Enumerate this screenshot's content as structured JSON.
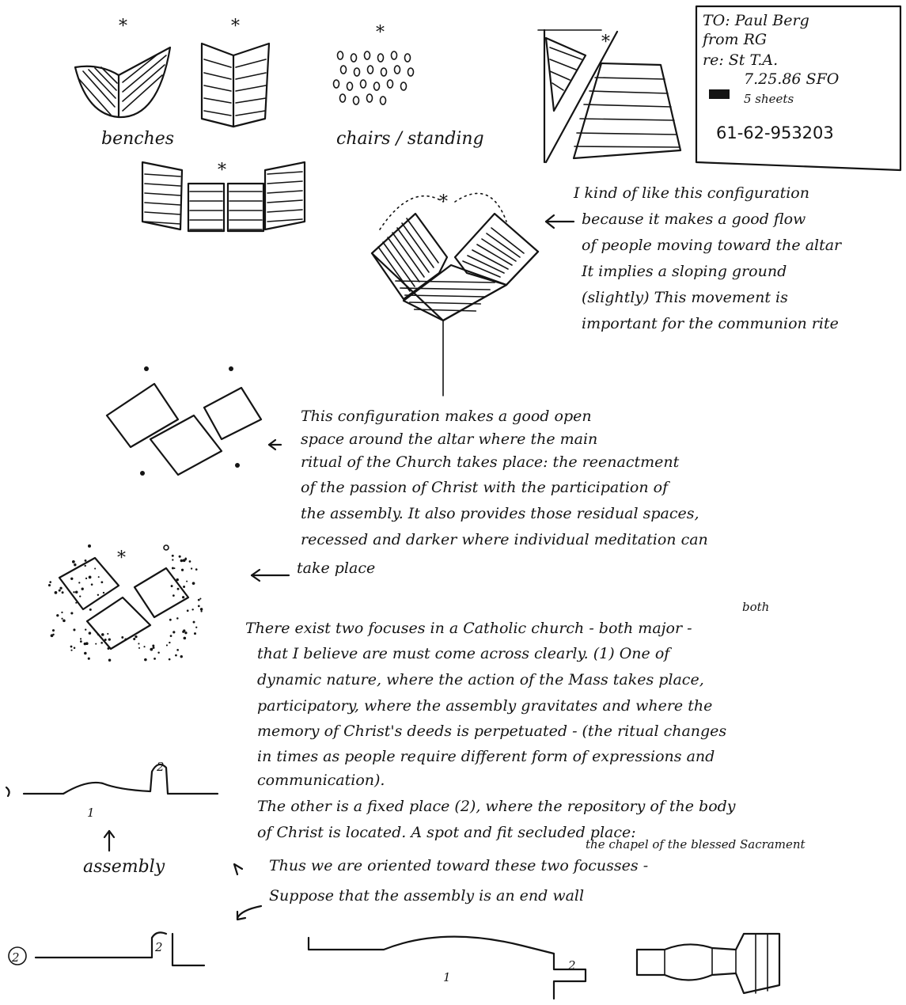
{
  "memo": {
    "to": "TO: Paul Berg",
    "from": "from RG",
    "re": "re: St T.A.",
    "date": "7.25.86 SFO",
    "sheets": "5 sheets",
    "number": "61-62-953203"
  },
  "labels": {
    "benches": "benches",
    "chairs": "chairs / standing",
    "assembly": "assembly",
    "one": "1",
    "two": "2",
    "two_circled": "(2)"
  },
  "note1": [
    "I kind of like this configuration",
    "because it makes a good flow",
    "of people moving toward the altar",
    "It implies a sloping ground",
    "(slightly) This movement is",
    "important for the communion rite"
  ],
  "note2": [
    "This configuration makes a good open",
    "space around the altar where the main",
    "ritual of the Church takes place: the reenactment",
    "of the passion of Christ with the participation of",
    "the assembly. It also provides those residual spaces,",
    "recessed and darker where individual meditation can",
    "take place"
  ],
  "note3": [
    "There exist two focuses in a Catholic church - both major -",
    "that I believe are must come across clearly. (1) One of",
    "dynamic nature, where the action of the Mass takes place,",
    "participatory, where the assembly gravitates and where the",
    "memory of Christ's deeds is perpetuated - (the ritual changes",
    "in times as people require different form of expressions and",
    "communication).",
    "The other is a fixed place (2), where the repository of the body",
    "of Christ is located. A spot and fit secluded place:",
    "Thus we are oriented toward these two focusses -",
    "Suppose that the assembly is an end wall"
  ],
  "note3_sup": "both",
  "note3_annot": "the chapel of the blessed Sacrament"
}
